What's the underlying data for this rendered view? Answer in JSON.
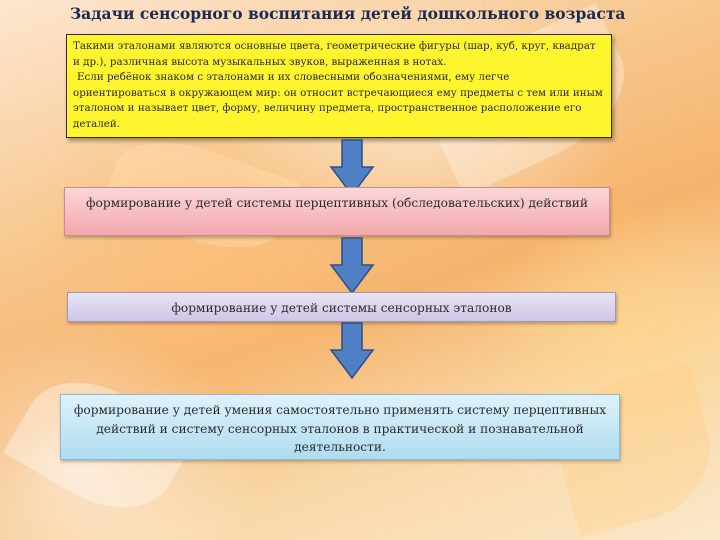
{
  "title": "Задачи сенсорного воспитания детей дошкольного возраста",
  "intro": {
    "line1": "Такими эталонами являются основные цвета, геометрические фигуры (шар, куб, круг, квадрат и др.), различная высота музыкальных звуков, выраженная в нотах.",
    "line2": "Если ребёнок знаком с эталонами и их словесными обозначениями, ему легче ориентироваться в окружающем мир: он относит встречающиеся ему предметы с тем или иным эталоном и называет цвет, форму, величину предмета, пространственное расположение его деталей."
  },
  "steps": [
    "формирование у детей системы перцептивных (обследовательских) действий",
    "формирование у детей системы сенсорных эталонов",
    "формирование у детей умения самостоятельно применять систему перцептивных действий и систему сенсорных эталонов в практической и познавательной деятельности."
  ],
  "colors": {
    "title_text": "#1b2a55",
    "intro_box": "#fff52e",
    "arrow_fill": "#4f7fc4",
    "step1_box": "#f3a8ac",
    "step2_box": "#cfc6e6",
    "step3_box": "#aedcf0"
  },
  "icons": [
    "arrow-down-icon",
    "arrow-down-icon",
    "arrow-down-icon"
  ]
}
